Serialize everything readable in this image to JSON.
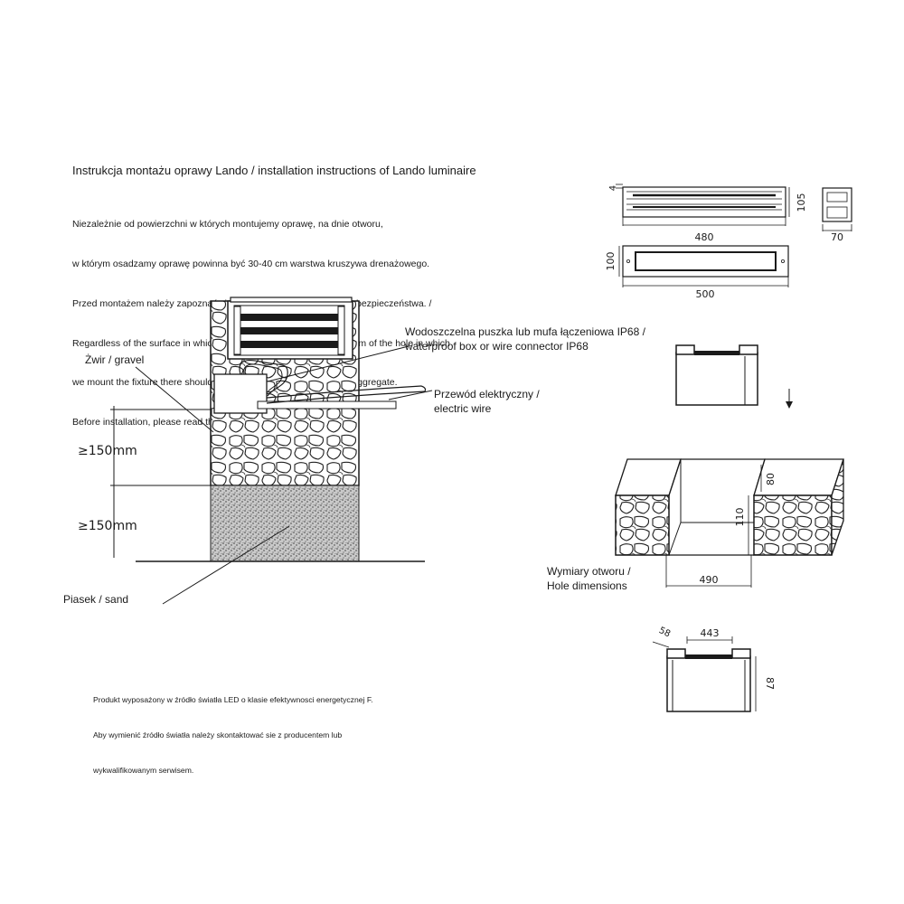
{
  "title": "Instrukcja montażu oprawy Lando / installation instructions of Lando luminaire",
  "intro_lines": [
    "Niezależnie od powierzchni w których montujemy oprawę, na dnie otworu,",
    "w którym osadzamy oprawę powinna być 30-40 cm warstwa kruszywa drenażowego.",
    "Przed montażem należy zapoznać się z wskazówkami zachowania bezpieczeństwa. /",
    "Regardless of the surface in which we mount the fixture, at the bottom of the hole in which",
    "we mount the fixture there should be a 30-40 cm layer of drainage aggregate.",
    "Before installation, please read the safety instructions."
  ],
  "labels": {
    "waterproof_box": "Wodoszczelna puszka lub mufa łączeniowa IP68 /",
    "waterproof_box_en": "waterproof box or wire connector IP68",
    "gravel": "Żwir / gravel",
    "electric_wire": "Przewód elektryczny /",
    "electric_wire_en": "electric wire",
    "sand": "Piasek / sand",
    "hole_dimensions": "Wymiary otworu /",
    "hole_dimensions_en": "Hole dimensions"
  },
  "depth_dims": {
    "upper": "≥150mm",
    "lower": "≥150mm"
  },
  "fixture_dims": {
    "height_small": "4",
    "height": "105",
    "length": "480",
    "depth": "70",
    "width_top": "100",
    "length_top": "500"
  },
  "hole_dims": {
    "rim": "80",
    "depth": "110",
    "length": "490"
  },
  "bottom_dims": {
    "flange": "58",
    "inner": "443",
    "height": "87"
  },
  "footer_lines": [
    "Produkt wyposażony w źródło światła LED o klasie efektywnosci energetycznej F.",
    "Aby wymienić źródło światła należy skontaktować sie z producentem lub",
    "wykwalifikowanym serwisem."
  ]
}
